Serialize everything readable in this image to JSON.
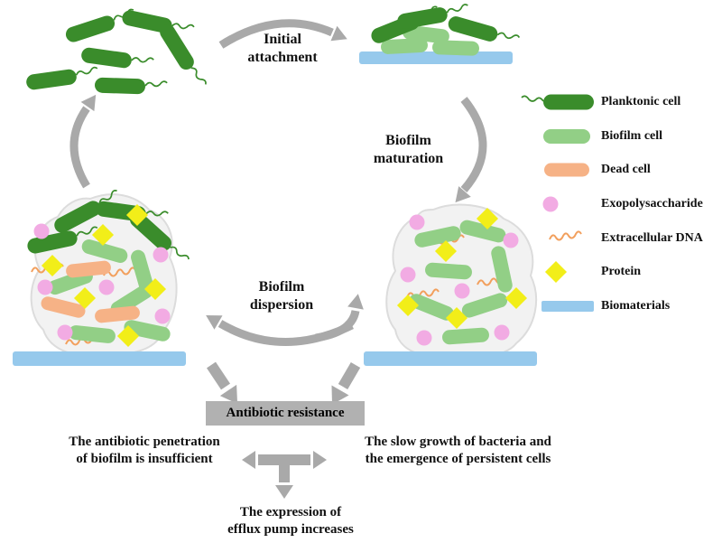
{
  "colors": {
    "planktonic": "#3a8c2b",
    "biofilm": "#92cf86",
    "dead": "#f6b286",
    "eps": "#f2abe3",
    "edna": "#f2a05e",
    "protein": "#f2ee19",
    "biomaterial": "#96c9ec",
    "arrow": "#a9a9a9",
    "box": "#b1b1b1",
    "blob-fill": "#f2f2f2",
    "blob-stroke": "#dcdcdc",
    "ink": "#111111"
  },
  "labels": {
    "initial_attachment": "Initial\nattachment",
    "biofilm_maturation": "Biofilm\nmaturation",
    "biofilm_dispersion": "Biofilm\ndispersion",
    "antibiotic_resistance": "Antibiotic resistance",
    "penetration_note": "The antibiotic penetration\nof biofilm is insufficient",
    "persistent_note": "The slow growth of bacteria and\nthe emergence of persistent cells",
    "efflux_note": "The expression of\nefflux pump increases"
  },
  "legend": {
    "items": [
      {
        "name": "planktonic-cell",
        "label": "Planktonic cell"
      },
      {
        "name": "biofilm-cell",
        "label": "Biofilm cell"
      },
      {
        "name": "dead-cell",
        "label": "Dead cell"
      },
      {
        "name": "exopolysaccharide",
        "label": "Exopolysaccharide"
      },
      {
        "name": "extracellular-dna",
        "label": "Extracellular DNA"
      },
      {
        "name": "protein",
        "label": "Protein"
      },
      {
        "name": "biomaterials",
        "label": "Biomaterials"
      }
    ]
  }
}
